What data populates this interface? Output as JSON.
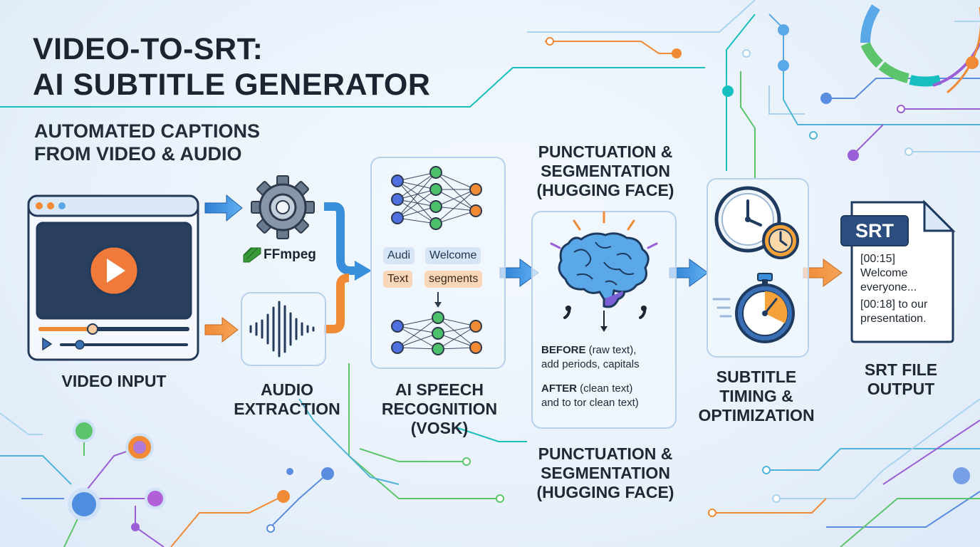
{
  "header": {
    "title_line1": "VIDEO-TO-SRT:",
    "title_line2": "AI SUBTITLE GENERATOR",
    "subtitle_line1": "AUTOMATED CAPTIONS",
    "subtitle_line2": "FROM VIDEO & AUDIO"
  },
  "steps": {
    "video_input": "VIDEO INPUT",
    "audio_line1": "AUDIO",
    "audio_line2": "EXTRACTION",
    "ffmpeg_label": "FFmpeg",
    "asr_line1": "AI SPEECH",
    "asr_line2": "RECOGNITION",
    "asr_line3": "(VOSK)",
    "punct_top_line1": "PUNCTUATION &",
    "punct_top_line2": "SEGMENTATION",
    "punct_top_line3": "(HUGGING FACE)",
    "punct_bottom_line1": "PUNCTUATION &",
    "punct_bottom_line2": "SEGMENTATION",
    "punct_bottom_line3": "(HUGGING FACE)",
    "timing_line1": "SUBTITLE",
    "timing_line2": "TIMING &",
    "timing_line3": "OPTIMIZATION",
    "srt_line1": "SRT FILE",
    "srt_line2": "OUTPUT"
  },
  "asr_chips": {
    "chip1": "Audi",
    "chip2": "Welcome",
    "chip3": "Text",
    "chip4": "segments"
  },
  "punct_panel": {
    "before_bold": "BEFORE",
    "before_rest": " (raw text),",
    "before_line2": "add periods, capitals",
    "after_bold": "AFTER",
    "after_rest": " (clean text)",
    "after_line2": "and to tor clean text)",
    "comma_left": ",",
    "comma_right": ","
  },
  "srt_doc": {
    "badge": "SRT",
    "line1": "[00:15]",
    "line2": "Welcome",
    "line3": "everyone...",
    "line4_ts": "[00:18]",
    "line4_rest": " to our",
    "line5": "presentation."
  },
  "colors": {
    "accent_blue": "#3a8fdc",
    "accent_orange": "#f08a35",
    "accent_teal": "#17c4c0",
    "accent_purple": "#9a5fd6",
    "accent_green": "#5cc46a",
    "text_dark": "#1d2431"
  },
  "icons": [
    "play-icon",
    "gear-icon",
    "ffmpeg-logo-icon",
    "waveform-icon",
    "neural-network-icon",
    "brain-icon",
    "clock-icon",
    "stopwatch-icon",
    "document-icon",
    "arrow-icon"
  ]
}
